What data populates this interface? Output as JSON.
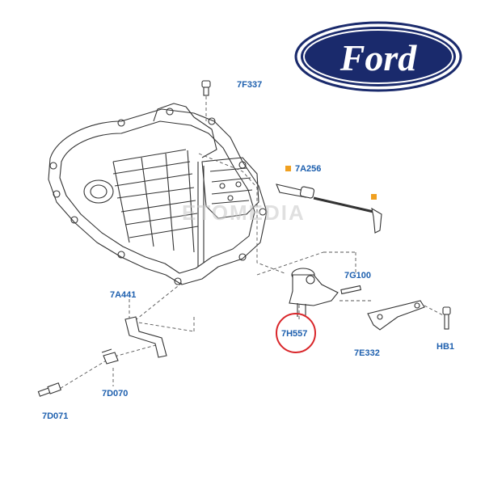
{
  "diagram": {
    "brand": {
      "logo_text": "Ford",
      "oval_color": "#1a2a6c",
      "ring_color": "#ffffff"
    },
    "watermark": "ETOMEDIA",
    "label_color": "#1d5fae",
    "highlight_color": "#d9262a",
    "marker_color": "#f0a020",
    "line_color": "#333333",
    "parts": [
      {
        "id": "top_partial",
        "label": "7F337"
      },
      {
        "id": "p7a256",
        "label": "7A256"
      },
      {
        "id": "p7g100",
        "label": "7G100"
      },
      {
        "id": "p7a441",
        "label": "7A441"
      },
      {
        "id": "p7h557",
        "label": "7H557",
        "highlighted": true
      },
      {
        "id": "p7e332",
        "label": "7E332"
      },
      {
        "id": "hb1",
        "label": "HB1"
      },
      {
        "id": "p7d070",
        "label": "7D070"
      },
      {
        "id": "p7d071",
        "label": "7D071"
      }
    ]
  }
}
